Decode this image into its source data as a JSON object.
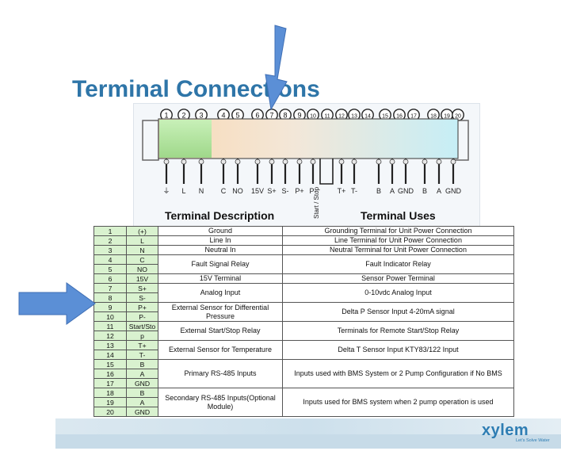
{
  "slide": {
    "title": "Terminal Connections"
  },
  "diagram": {
    "terminal_numbers": [
      "1",
      "2",
      "3",
      "4",
      "5",
      "6",
      "7",
      "8",
      "9",
      "10",
      "11",
      "12",
      "13",
      "14",
      "15",
      "16",
      "17",
      "18",
      "19",
      "20"
    ],
    "pin_labels": [
      "⏚",
      "L",
      "N",
      "C",
      "NO",
      "15V",
      "S+",
      "S-",
      "P+",
      "P-",
      "T+",
      "T-",
      "B",
      "A",
      "GND",
      "B",
      "A",
      "GND"
    ],
    "start_stop_label": "Start / Stop",
    "colors": {
      "arrow": "#5b8fd6",
      "title": "#2e75a8",
      "table_highlight": "#d9f2cf"
    }
  },
  "table": {
    "header_description": "Terminal Description",
    "header_uses": "Terminal Uses",
    "rows": [
      {
        "no": "1",
        "code": "(+)"
      },
      {
        "no": "2",
        "code": "L"
      },
      {
        "no": "3",
        "code": "N"
      },
      {
        "no": "4",
        "code": "C"
      },
      {
        "no": "5",
        "code": "NO"
      },
      {
        "no": "6",
        "code": "15V"
      },
      {
        "no": "7",
        "code": "S+"
      },
      {
        "no": "8",
        "code": "S-"
      },
      {
        "no": "9",
        "code": "P+"
      },
      {
        "no": "10",
        "code": "P-"
      },
      {
        "no": "11",
        "code": "Start/Sto"
      },
      {
        "no": "12",
        "code": "p"
      },
      {
        "no": "13",
        "code": "T+"
      },
      {
        "no": "14",
        "code": "T-"
      },
      {
        "no": "15",
        "code": "B"
      },
      {
        "no": "16",
        "code": "A"
      },
      {
        "no": "17",
        "code": "GND"
      },
      {
        "no": "18",
        "code": "B"
      },
      {
        "no": "19",
        "code": "A"
      },
      {
        "no": "20",
        "code": "GND"
      }
    ],
    "groups": [
      {
        "description": "Ground",
        "use": "Grounding Terminal for Unit Power Connection"
      },
      {
        "description": "Line In",
        "use": "Line Terminal for Unit Power Connection"
      },
      {
        "description": "Neutral In",
        "use": "Neutral Terminal for Unit Power Connection"
      },
      {
        "description": "Fault Signal Relay",
        "use": "Fault Indicator Relay"
      },
      {
        "description": "15V Terminal",
        "use": "Sensor Power Terminal"
      },
      {
        "description": "Analog Input",
        "use": "0-10vdc Analog Input"
      },
      {
        "description": "External Sensor for Differential Pressure",
        "use": "Delta P Sensor Input 4-20mA signal"
      },
      {
        "description": "External Start/Stop Relay",
        "use": "Terminals for Remote Start/Stop Relay"
      },
      {
        "description": "External Sensor for Temperature",
        "use": "Delta T Sensor Input KTY83/122 Input"
      },
      {
        "description": "Primary RS-485 Inputs",
        "use": "Inputs used with BMS System or 2 Pump Configuration if No BMS"
      },
      {
        "description": "Secondary RS-485 Inputs(Optional Module)",
        "use": "Inputs used for BMS system when 2 pump operation is used"
      }
    ]
  },
  "logo": {
    "name": "xylem",
    "tagline": "Let's Solve Water"
  }
}
